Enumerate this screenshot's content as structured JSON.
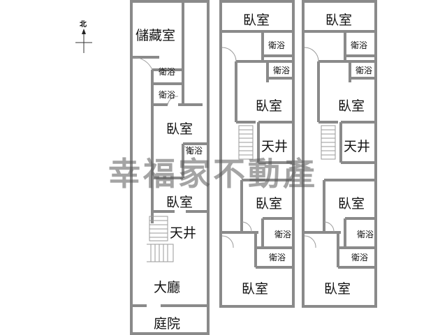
{
  "compass": {
    "label": "北"
  },
  "watermark": "幸福家不動產",
  "plan_left": {
    "storage": "儲藏室",
    "bath1": "衛浴",
    "bath2": "衛浴",
    "bedroom1": "臥室",
    "bath3": "衛浴",
    "bedroom2": "臥室",
    "lightwell": "天井",
    "living": "大廳",
    "courtyard": "庭院"
  },
  "plan_middle": {
    "bedroom1": "臥室",
    "bath1": "衛浴",
    "bath2": "衛浴",
    "bedroom2": "臥室",
    "lightwell": "天井",
    "bedroom3": "臥室",
    "bath3": "衛浴",
    "bath4": "衛浴",
    "bedroom4": "臥室"
  },
  "plan_right": {
    "bedroom1": "臥室",
    "bath1": "衛浴",
    "bath2": "衛浴",
    "bedroom2": "臥室",
    "lightwell": "天井",
    "bedroom3": "臥室",
    "bath3": "衛浴",
    "bath4": "衛浴",
    "bedroom4": "臥室"
  }
}
